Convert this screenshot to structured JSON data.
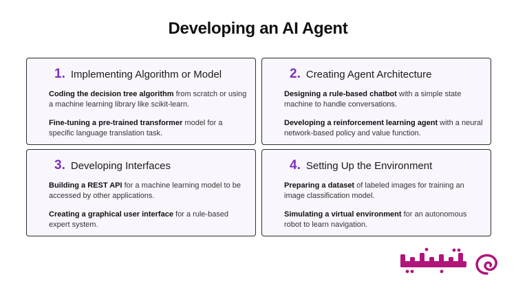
{
  "title": "Developing an AI Agent",
  "cards": [
    {
      "number": "1.",
      "title": "Implementing Algorithm or Model",
      "items": [
        {
          "bold": "Coding the decision tree algorithm",
          "rest": " from scratch or using a machine learning library like scikit-learn."
        },
        {
          "bold": "Fine-tuning a pre-trained transformer",
          "rest": " model for a specific language translation task."
        }
      ]
    },
    {
      "number": "2.",
      "title": "Creating Agent Architecture",
      "items": [
        {
          "bold": "Designing a rule-based chatbot",
          "rest": " with a simple state machine to handle conversations."
        },
        {
          "bold": "Developing a reinforcement learning agent",
          "rest": " with a neural network-based policy and value function."
        }
      ]
    },
    {
      "number": "3.",
      "title": "Developing Interfaces",
      "items": [
        {
          "bold": "Building a REST API",
          "rest": " for a machine learning model to be accessed by other applications."
        },
        {
          "bold": "Creating a graphical user interface",
          "rest": " for a rule-based expert system."
        }
      ]
    },
    {
      "number": "4.",
      "title": "Setting Up the Environment",
      "items": [
        {
          "bold": "Preparing a dataset",
          "rest": " of labeled images for training an image classification model."
        },
        {
          "bold": "Simulating a virtual environment",
          "rest": " for an autonomous robot to learn navigation."
        }
      ]
    }
  ],
  "logo": {
    "text": "فیلیتاچی",
    "color": "#b0157a"
  }
}
